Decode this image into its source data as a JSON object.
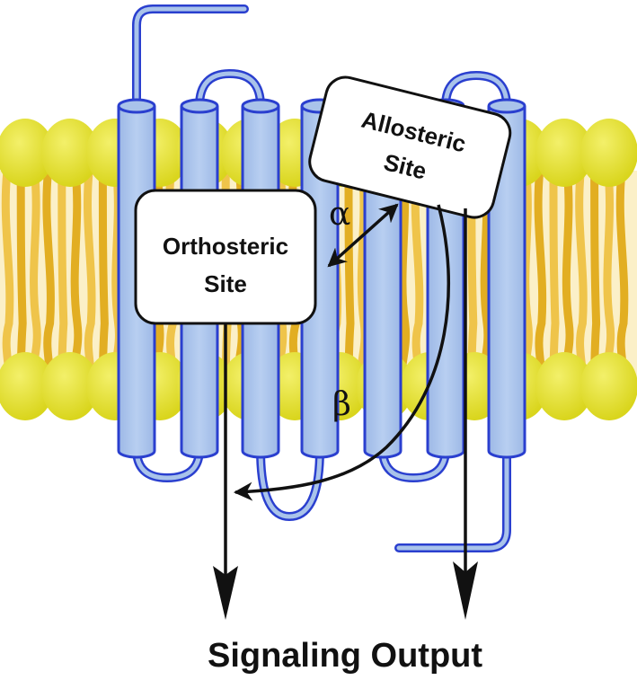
{
  "diagram": {
    "allosteric_site": {
      "line1": "Allosteric",
      "line2": "Site"
    },
    "orthosteric_site": {
      "line1": "Orthosteric",
      "line2": "Site"
    },
    "alpha": "α",
    "beta": "β",
    "output_label": "Signaling Output",
    "colors": {
      "helix_fill": "#a9c3ea",
      "helix_stroke": "#2a3fcf",
      "lipid_head": "#e6e22f",
      "lipid_tail": "#e9b82a",
      "arrow": "#111111"
    }
  }
}
